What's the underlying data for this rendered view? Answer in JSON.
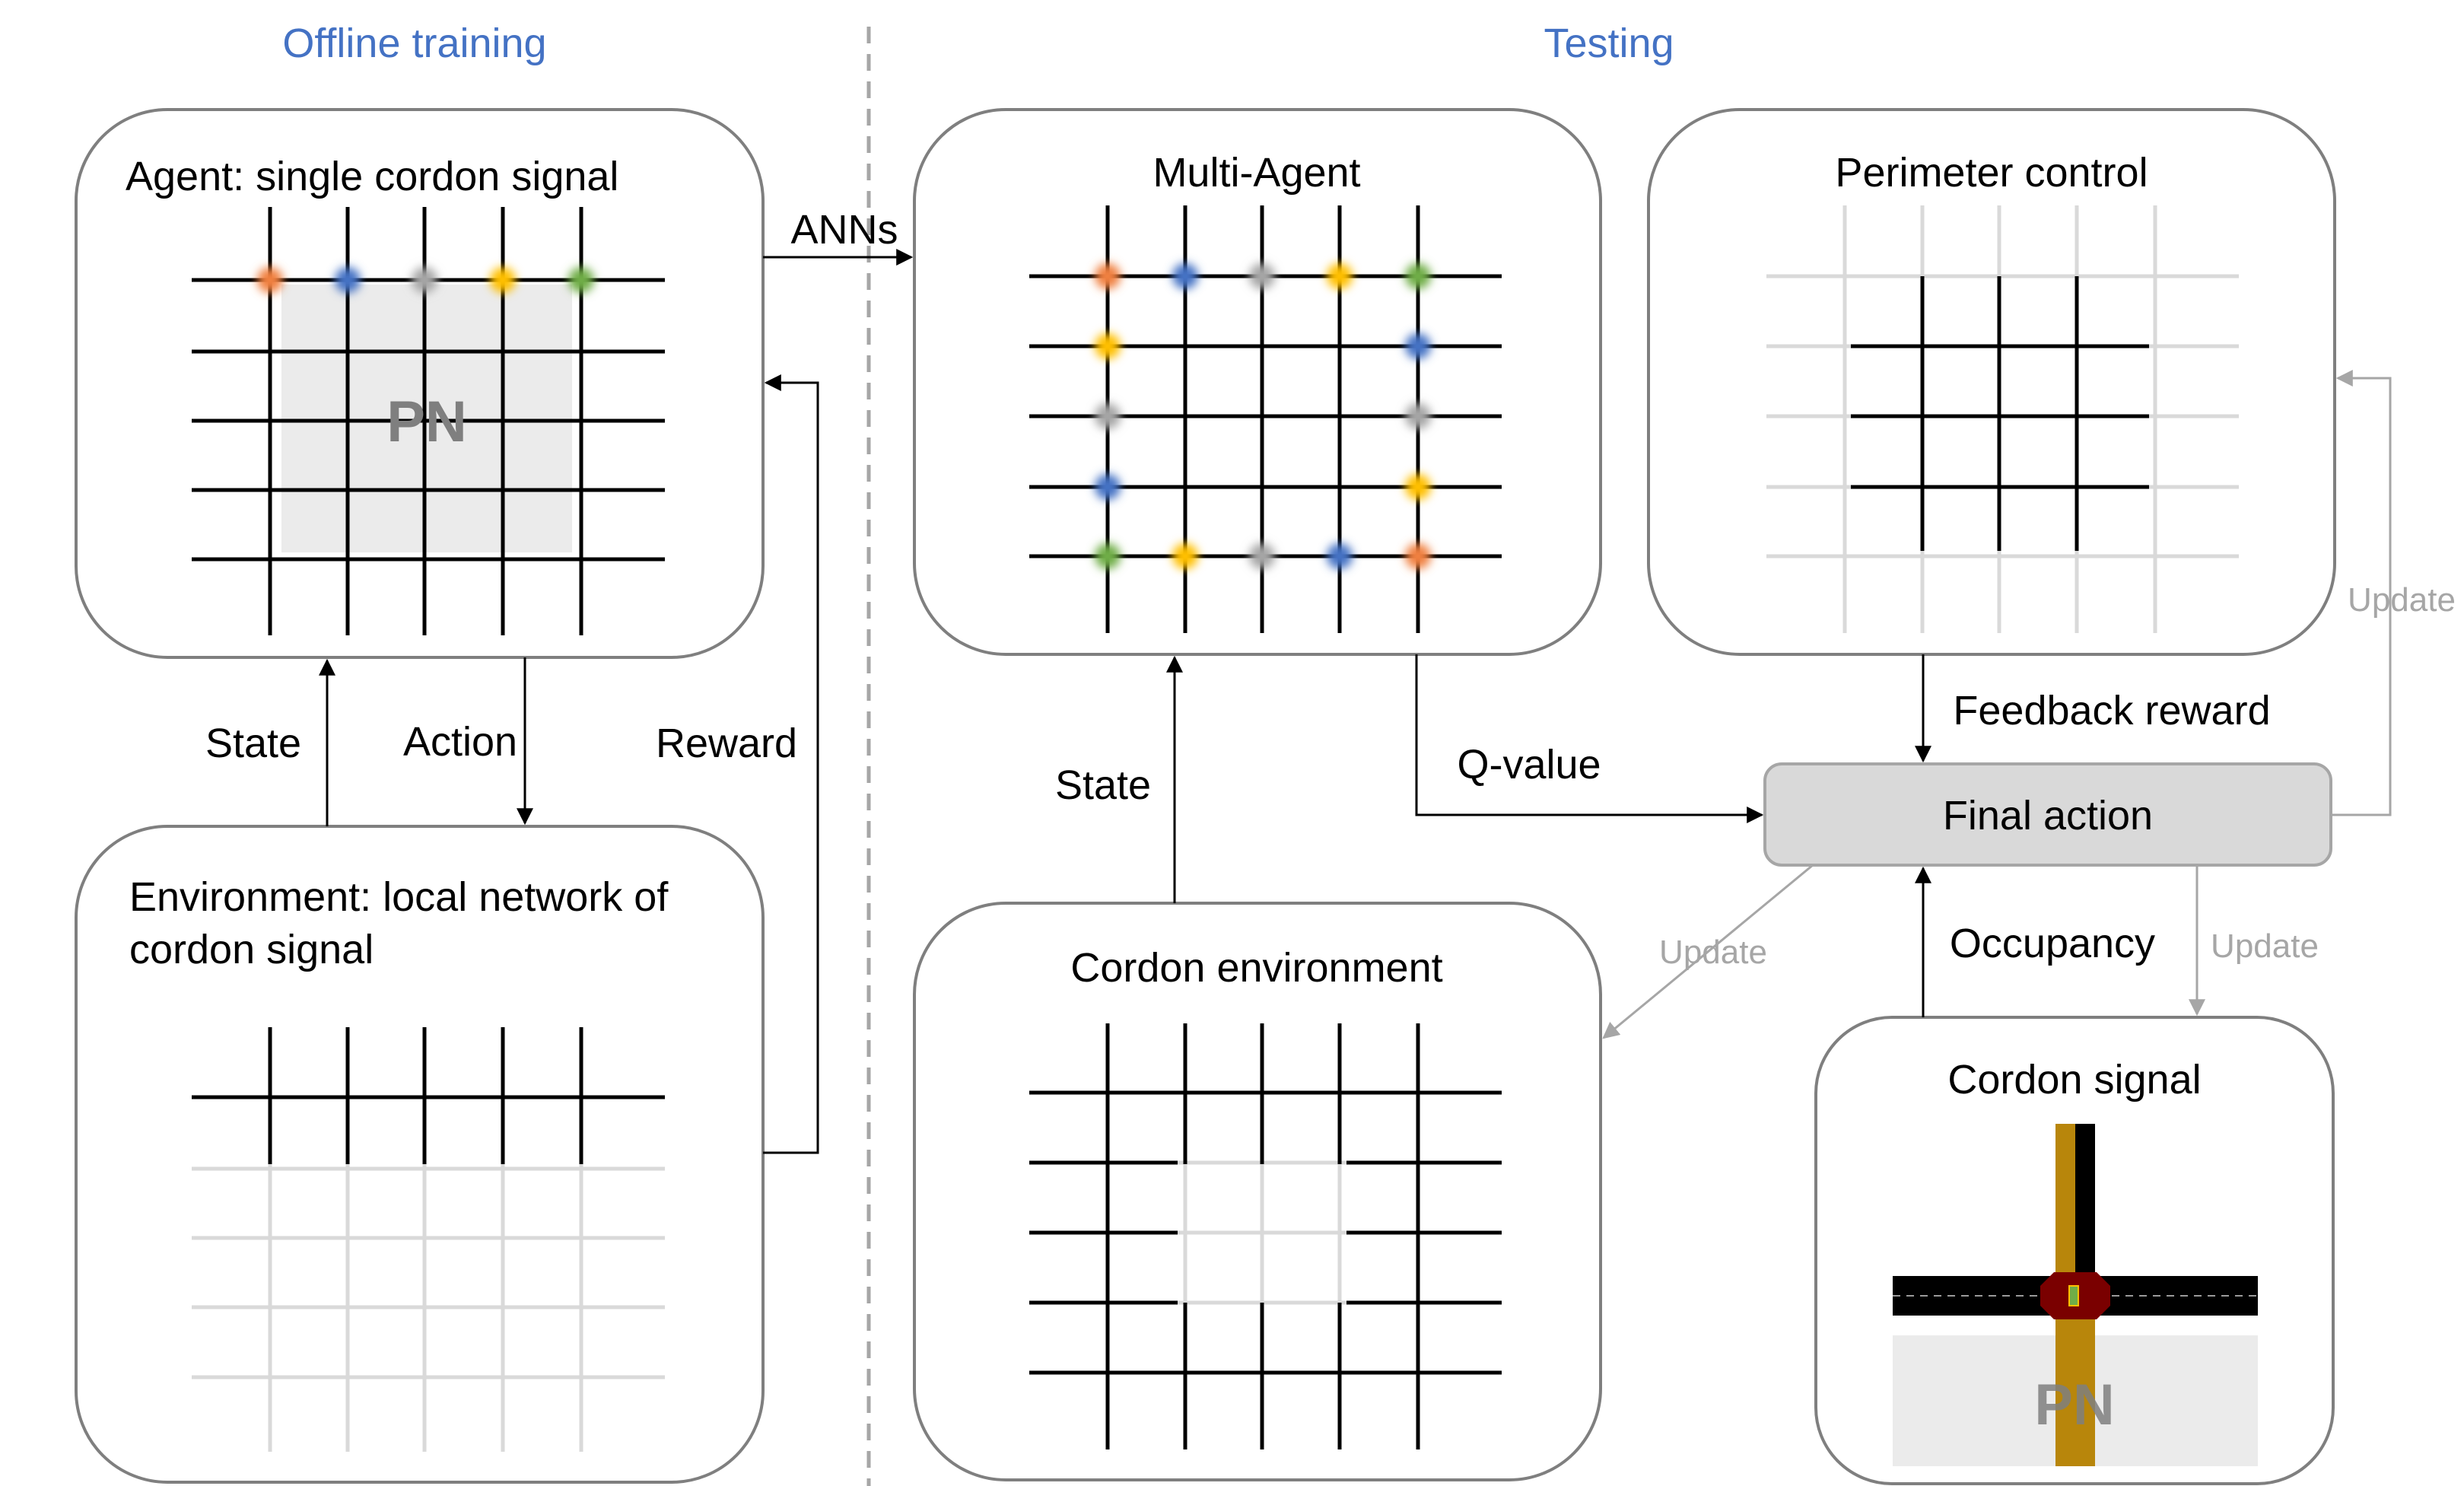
{
  "sections": {
    "offline_training": "Offline training",
    "testing": "Testing"
  },
  "boxes": {
    "agent_title": "Agent: single cordon signal",
    "agent_pn": "PN",
    "environment_title_line1": "Environment: local network of",
    "environment_title_line2": "cordon signal",
    "multi_agent_title": "Multi-Agent",
    "perimeter_title": "Perimeter control",
    "cordon_env_title": "Cordon environment",
    "cordon_signal_title": "Cordon signal",
    "cordon_signal_pn": "PN",
    "final_action": "Final action"
  },
  "labels": {
    "anns": "ANNs",
    "state_training": "State",
    "action_training": "Action",
    "reward_training": "Reward",
    "state_testing": "State",
    "q_value": "Q-value",
    "feedback_reward": "Feedback reward",
    "occupancy": "Occupancy",
    "update_right": "Update",
    "update_left": "Update",
    "update_bottom": "Update"
  },
  "colors": {
    "section_title": "#4472c4",
    "box_border": "#7f7f7f",
    "final_action_fill": "#d9d9d9",
    "grid_dark": "#000000",
    "grid_light": "#d9d9d9",
    "pn_fill": "#ebebeb",
    "pn_text": "#7f7f7f",
    "update_gray": "#a6a6a6",
    "road_gold": "#b8860b",
    "junction": "#7a0000",
    "signal_orange": "#f08040",
    "signal_blue": "#4472c4",
    "signal_gray": "#a6a6a6",
    "signal_yellow": "#ffc000",
    "signal_green": "#70ad47"
  },
  "signals": {
    "agent_top_row": [
      "orange",
      "blue",
      "gray",
      "yellow",
      "green"
    ],
    "multi_agent_top_row": [
      "orange",
      "blue",
      "gray",
      "yellow",
      "green"
    ],
    "multi_agent_left_col": [
      "yellow",
      "gray",
      "blue"
    ],
    "multi_agent_right_col": [
      "blue",
      "gray",
      "yellow"
    ],
    "multi_agent_bottom_row": [
      "green",
      "yellow",
      "gray",
      "blue",
      "orange"
    ]
  }
}
